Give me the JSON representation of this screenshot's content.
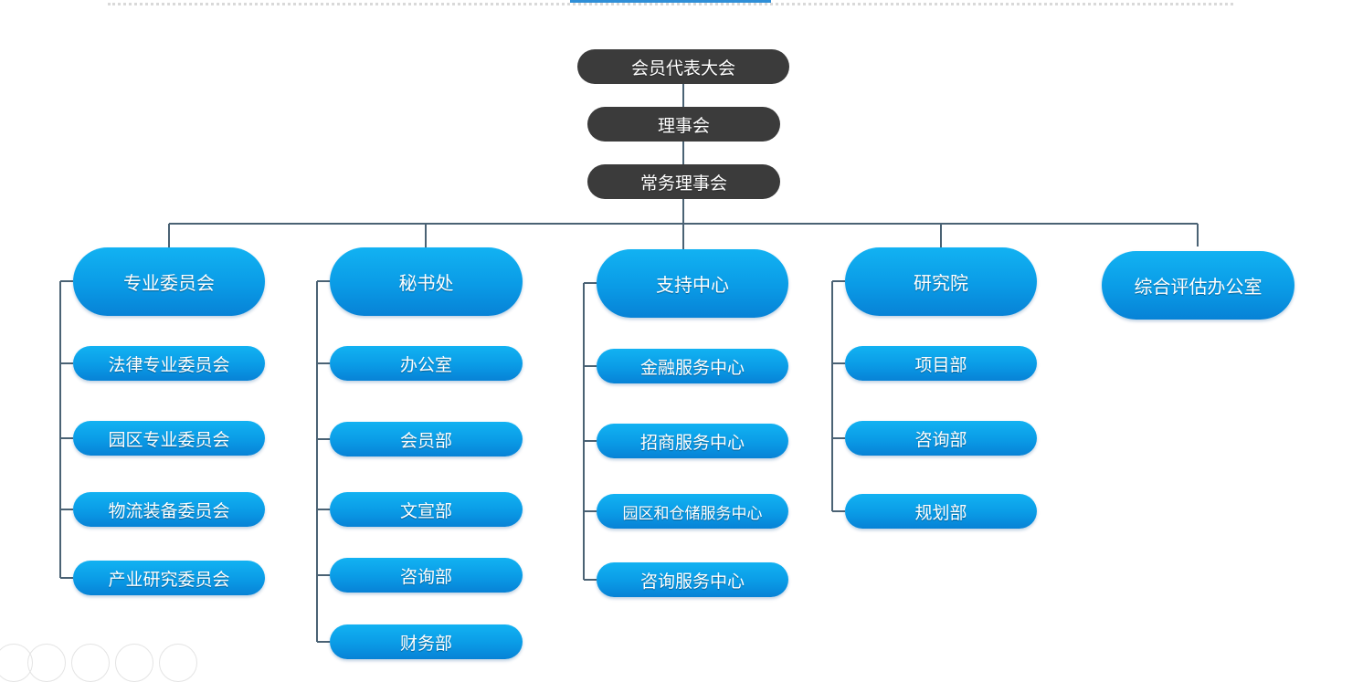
{
  "top": {
    "assembly": "会员代表大会",
    "council": "理事会",
    "standing_council": "常务理事会"
  },
  "departments": [
    {
      "name": "专业委员会",
      "children": [
        "法律专业委员会",
        "园区专业委员会",
        "物流装备委员会",
        "产业研究委员会"
      ]
    },
    {
      "name": "秘书处",
      "children": [
        "办公室",
        "会员部",
        "文宣部",
        "咨询部",
        "财务部"
      ]
    },
    {
      "name": "支持中心",
      "children": [
        "金融服务中心",
        "招商服务中心",
        "园区和仓储服务中心",
        "咨询服务中心"
      ]
    },
    {
      "name": "研究院",
      "children": [
        "项目部",
        "咨询部",
        "规划部"
      ]
    },
    {
      "name": "综合评估办公室",
      "children": []
    }
  ],
  "colors": {
    "dark_node": "#3b3b3b",
    "blue_node": "#0a9be6",
    "connector": "#4a6274"
  }
}
